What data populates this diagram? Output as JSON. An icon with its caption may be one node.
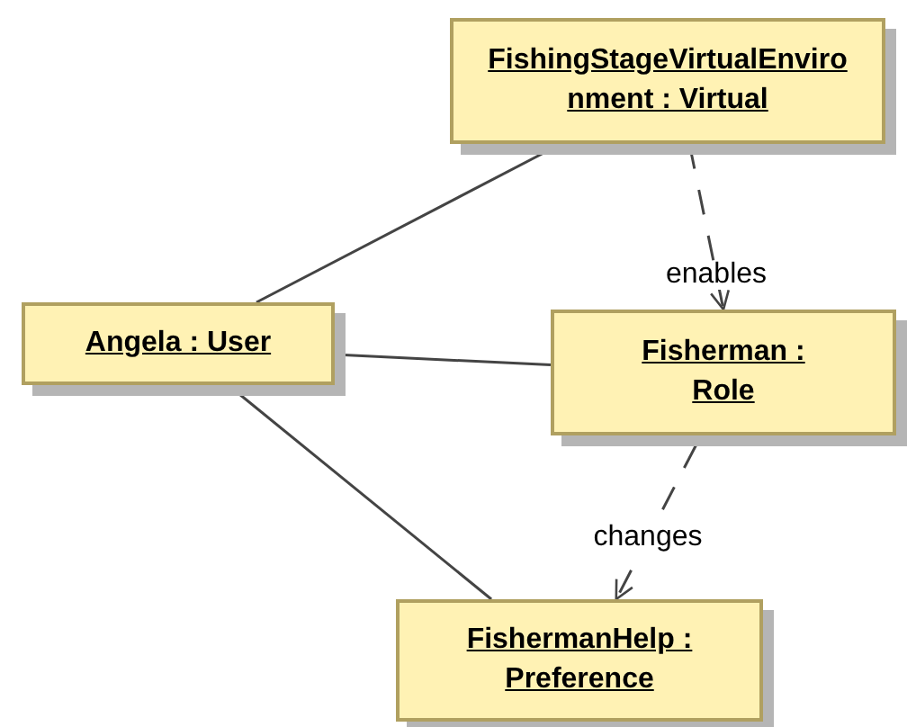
{
  "diagram": {
    "nodes": [
      {
        "text": [
          "FishingStageVirtualEnvironment : Virtual"
        ]
      },
      {
        "text": [
          "Angela : User"
        ]
      },
      {
        "text": [
          "Fisherman : Role"
        ]
      },
      {
        "text": [
          "FishermanHelp : Preference"
        ]
      }
    ],
    "edges": [
      {
        "from": 1,
        "to": 0,
        "arrow": "none"
      },
      {
        "from": 1,
        "to": 2,
        "arrow": "none"
      },
      {
        "from": 1,
        "to": 3,
        "arrow": "none"
      },
      {
        "from": 0,
        "to": 2,
        "arrow": "to",
        "label": "enables",
        "style": "dashed"
      },
      {
        "from": 2,
        "to": 3,
        "arrow": "to",
        "label": "changes",
        "style": "dashed"
      }
    ]
  }
}
